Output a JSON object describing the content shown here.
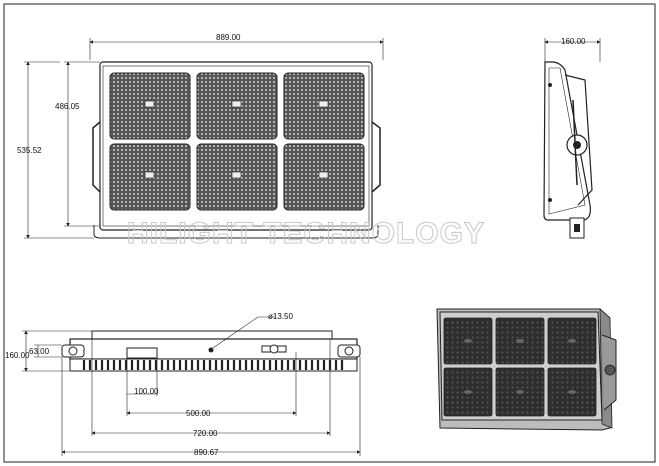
{
  "watermark": "HILIGHT TECHNOLOGY",
  "front_view": {
    "width_label": "889.00",
    "height_inner_label": "486.05",
    "height_outer_label": "535.52"
  },
  "side_view": {
    "depth_label": "160.00"
  },
  "bottom_view": {
    "hole_label": "ø13.50",
    "height_label": "160.00",
    "bracket_label": "63.00",
    "slot_label": "100.00",
    "span_500_label": "500.00",
    "span_720_label": "720.00",
    "overall_label": "890.67"
  },
  "colors": {
    "line": "#222222",
    "panel_dark": "#3a3a3a",
    "panel_light": "#8a8a8a",
    "watermark": "#c8c8c8"
  }
}
